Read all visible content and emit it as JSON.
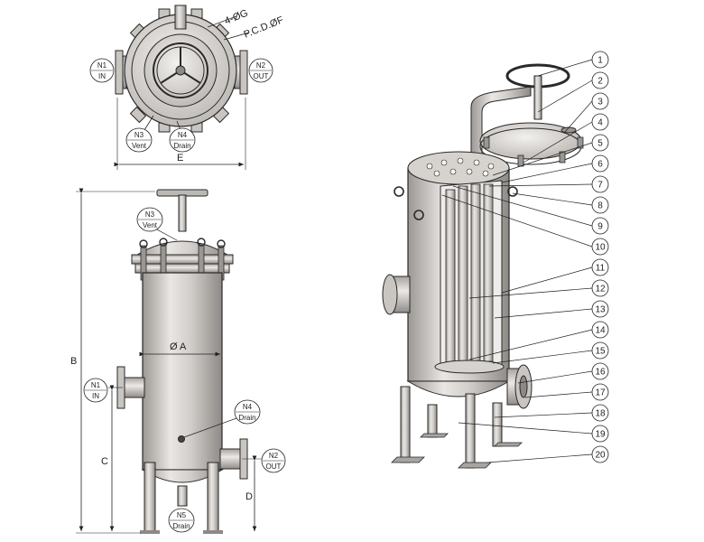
{
  "top_view": {
    "bolt_holes_label": "4-ØG",
    "pcd_label": "P.C.D.ØF",
    "dim_E": "E",
    "nozzles": [
      {
        "code": "N1",
        "name": "IN"
      },
      {
        "code": "N2",
        "name": "OUT"
      },
      {
        "code": "N3",
        "name": "Vent"
      },
      {
        "code": "N4",
        "name": "Drain"
      }
    ]
  },
  "front_view": {
    "dim_A": "Ø A",
    "dim_B": "B",
    "dim_C": "C",
    "dim_D": "D",
    "nozzles": [
      {
        "code": "N3",
        "name": "Vent"
      },
      {
        "code": "N1",
        "name": "IN"
      },
      {
        "code": "N4",
        "name": "Drain"
      },
      {
        "code": "N2",
        "name": "OUT"
      },
      {
        "code": "N5",
        "name": "Drain"
      }
    ]
  },
  "iso_view": {
    "callouts": [
      "1",
      "2",
      "3",
      "4",
      "5",
      "6",
      "7",
      "8",
      "9",
      "10",
      "11",
      "12",
      "13",
      "14",
      "15",
      "16",
      "17",
      "18",
      "19",
      "20"
    ]
  },
  "colors": {
    "line": "#2a2a2a",
    "metal_light": "#e8e5e2",
    "metal_mid": "#c9c5c1",
    "metal_dark": "#8d8985"
  }
}
